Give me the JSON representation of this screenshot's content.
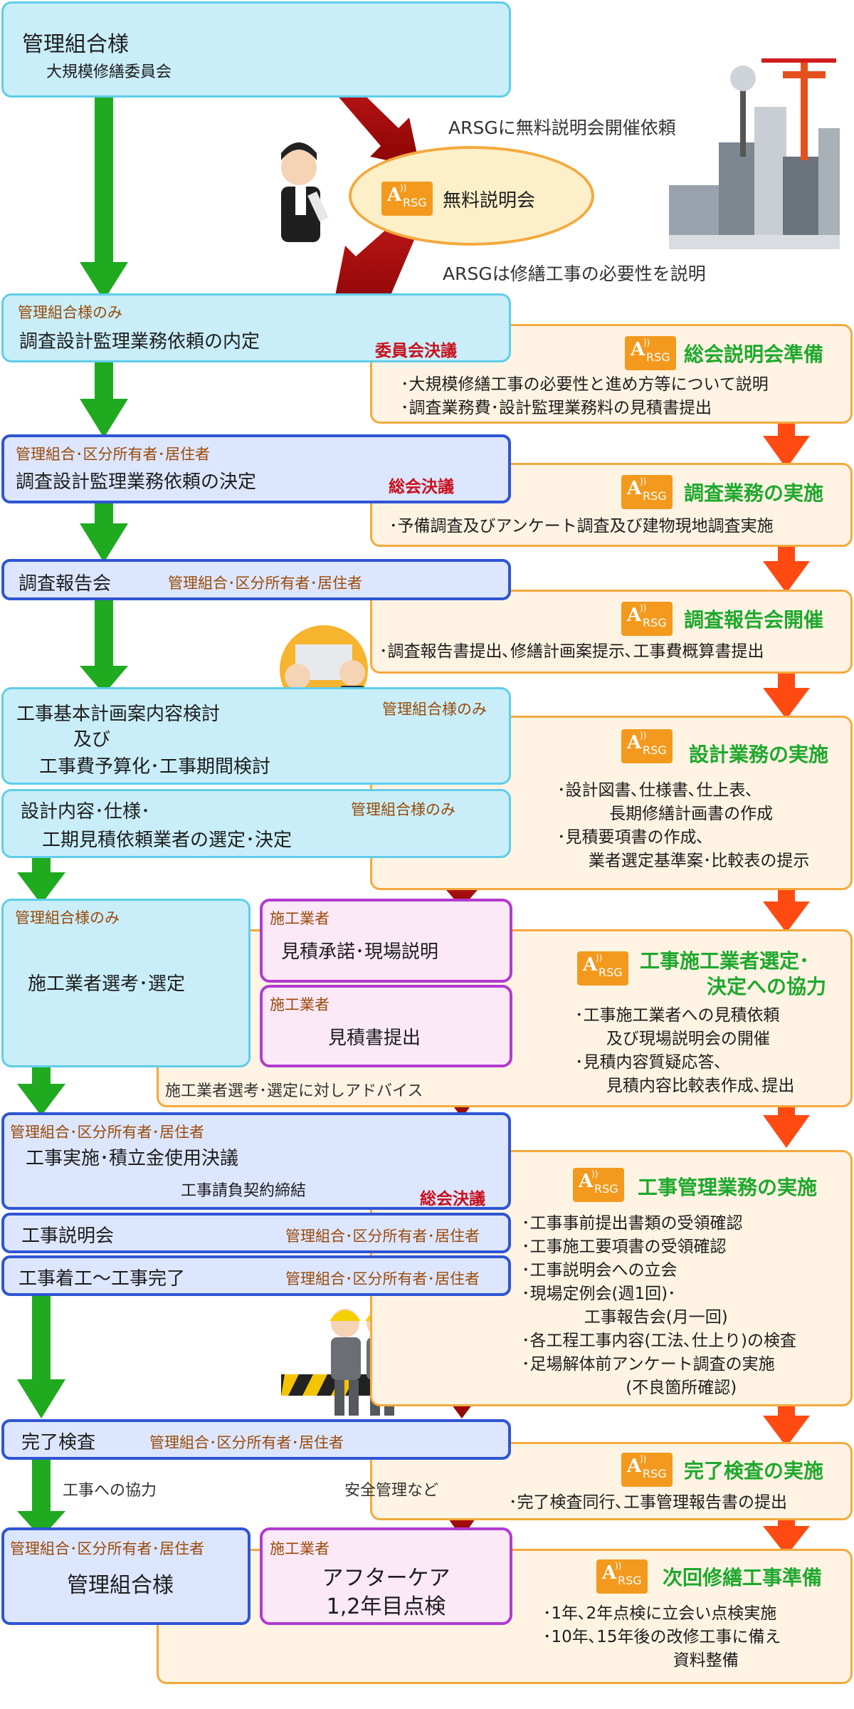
{
  "left": {
    "kanri": {
      "title": "管理組合様",
      "sub": "大規模修繕委員会"
    },
    "naitei": {
      "tag": "管理組合様のみ",
      "title": "調査設計監理業務依頼の内定",
      "decision": "委員会決議"
    },
    "kettei": {
      "tag": "管理組合･区分所有者･居住者",
      "title": "調査設計監理業務依頼の決定",
      "decision": "総会決議"
    },
    "houkoku": {
      "title": "調査報告会",
      "tag": "管理組合･区分所有者･居住者"
    },
    "kihon": {
      "line1": "工事基本計画案内容検討",
      "line2": "及び",
      "line3": "工事費予算化･工事期間検討",
      "tag": "管理組合様のみ"
    },
    "sekkei": {
      "line1": "設計内容･仕様･",
      "line2": "工期見積依頼業者の選定･決定",
      "tag": "管理組合様のみ"
    },
    "senko": {
      "tag": "管理組合様のみ",
      "title": "施工業者選考･選定"
    },
    "mitsumori1": {
      "tag": "施工業者",
      "title": "見積承諾･現場説明"
    },
    "mitsumori2": {
      "tag": "施工業者",
      "title": "見積書提出"
    },
    "advice": "施工業者選考･選定に対しアドバイス",
    "jisshi": {
      "tag": "管理組合･区分所有者･居住者",
      "line1": "工事実施･積立金使用決議",
      "line2": "工事請負契約締結",
      "decision": "総会決議"
    },
    "setsumei": {
      "title": "工事説明会",
      "tag": "管理組合･区分所有者･居住者"
    },
    "chakko": {
      "title": "工事着工～工事完了",
      "tag": "管理組合･区分所有者･居住者"
    },
    "kanryo": {
      "title": "完了検査",
      "tag": "管理組合･区分所有者･居住者"
    },
    "kyoryoku": "工事への協力",
    "anzen": "安全管理など",
    "final": {
      "tag": "管理組合･区分所有者･居住者",
      "title": "管理組合様"
    },
    "after": {
      "tag": "施工業者",
      "line1": "アフターケア",
      "line2": "1,2年目点検"
    }
  },
  "seminar": {
    "request": "ARSGに無料説明会開催依頼",
    "title": "無料説明会",
    "explain": "ARSGは修繕工事の必要性を説明"
  },
  "logo": {
    "letter": "A",
    "text": "RSG"
  },
  "right": [
    {
      "title": "総会説明会準備",
      "body": "･大規模修繕工事の必要性と進め方等について説明\n･調査業務費･設計監理業務料の見積書提出"
    },
    {
      "title": "調査業務の実施",
      "body": "･予備調査及びアンケート調査及び建物現地調査実施"
    },
    {
      "title": "調査報告会開催",
      "body": "･調査報告書提出､修繕計画案提示､工事費概算書提出"
    },
    {
      "title": "設計業務の実施",
      "body": "･設計図書､仕様書､仕上表､\n          長期修繕計画書の作成\n･見積要項書の作成､\n      業者選定基準案･比較表の提示"
    },
    {
      "title1": "工事施工業者選定･",
      "title2": "決定への協力",
      "body": "･工事施工業者への見積依頼\n      及び現場説明会の開催\n･見積内容質疑応答､\n      見積内容比較表作成､提出"
    },
    {
      "title": "工事管理業務の実施",
      "body": "･工事事前提出書類の受領確認\n･工事施工要項書の受領確認\n･工事説明会への立会\n･現場定例会(週1回)･\n            工事報告会(月一回)\n･各工程工事内容(工法､仕上り)の検査\n･足場解体前アンケート調査の実施\n                    (不良箇所確認)"
    },
    {
      "title": "完了検査の実施",
      "body": "･完了検査同行､工事管理報告書の提出"
    },
    {
      "title": "次回修繕工事準備",
      "body": "･1年､2年点検に立会い点検実施\n･10年､15年後の改修工事に備え\n                         資料整備"
    }
  ],
  "colors": {
    "green_arrow": "#1faa1f",
    "red_arrow": "#b00d0d",
    "orange_arrow": "#ff4a12"
  }
}
